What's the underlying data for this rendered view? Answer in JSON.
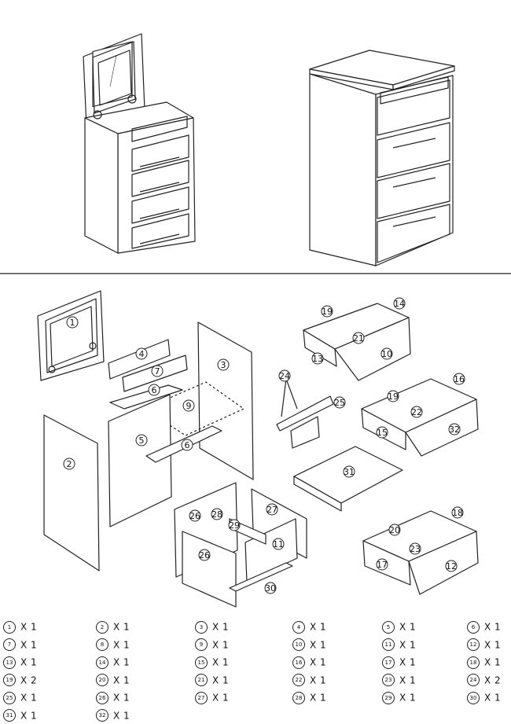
{
  "diagram": {
    "callouts": [
      "1",
      "2",
      "3",
      "4",
      "5",
      "6",
      "6",
      "7",
      "9",
      "10",
      "11",
      "12",
      "13",
      "14",
      "15",
      "16",
      "17",
      "18",
      "19",
      "19",
      "20",
      "21",
      "22",
      "23",
      "24",
      "25",
      "26",
      "26",
      "27",
      "28",
      "29",
      "30",
      "31",
      "32"
    ]
  },
  "parts": [
    {
      "num": "1",
      "qty": "X 1"
    },
    {
      "num": "2",
      "qty": "X 1"
    },
    {
      "num": "3",
      "qty": "X 1"
    },
    {
      "num": "4",
      "qty": "X 1"
    },
    {
      "num": "5",
      "qty": "X 1"
    },
    {
      "num": "6",
      "qty": "X 1"
    },
    {
      "num": "7",
      "qty": "X 1"
    },
    {
      "num": "8",
      "qty": "X 1"
    },
    {
      "num": "9",
      "qty": "X 1"
    },
    {
      "num": "10",
      "qty": "X 1"
    },
    {
      "num": "11",
      "qty": "X 1"
    },
    {
      "num": "12",
      "qty": "X 1"
    },
    {
      "num": "13",
      "qty": "X 1"
    },
    {
      "num": "14",
      "qty": "X 1"
    },
    {
      "num": "15",
      "qty": "X 1"
    },
    {
      "num": "16",
      "qty": "X 1"
    },
    {
      "num": "17",
      "qty": "X 1"
    },
    {
      "num": "18",
      "qty": "X 1"
    },
    {
      "num": "19",
      "qty": "X 2"
    },
    {
      "num": "20",
      "qty": "X 1"
    },
    {
      "num": "21",
      "qty": "X 1"
    },
    {
      "num": "22",
      "qty": "X 1"
    },
    {
      "num": "23",
      "qty": "X 1"
    },
    {
      "num": "24",
      "qty": "X 2"
    },
    {
      "num": "25",
      "qty": "X 1"
    },
    {
      "num": "26",
      "qty": "X 1"
    },
    {
      "num": "27",
      "qty": "X 1"
    },
    {
      "num": "28",
      "qty": "X 1"
    },
    {
      "num": "29",
      "qty": "X 1"
    },
    {
      "num": "30",
      "qty": "X 1"
    },
    {
      "num": "31",
      "qty": "X 1"
    },
    {
      "num": "32",
      "qty": "X 1"
    }
  ]
}
